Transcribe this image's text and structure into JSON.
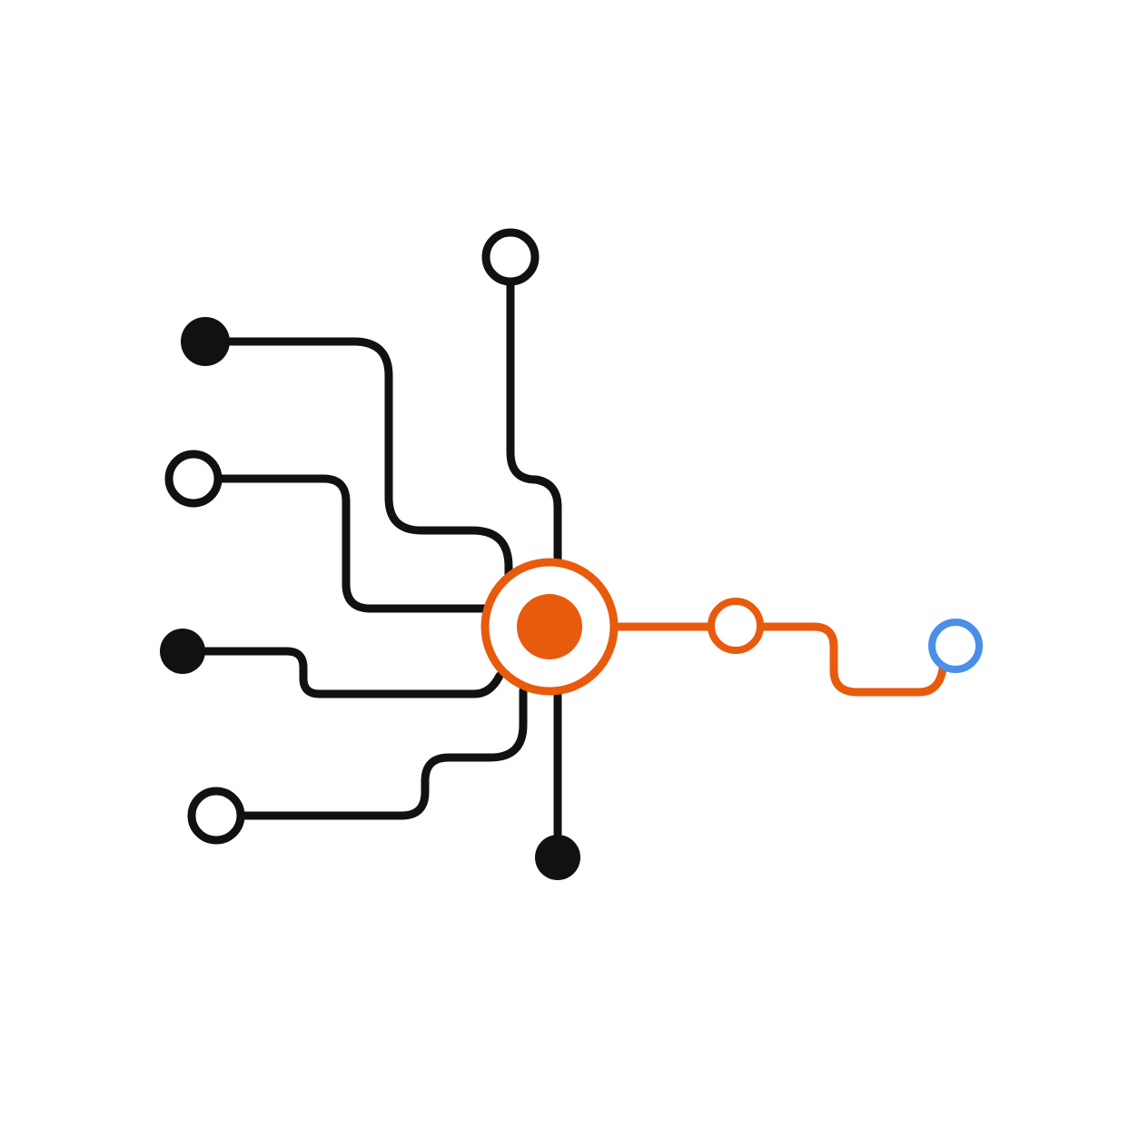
{
  "colors": {
    "background": "#ffffff",
    "line": "#111111",
    "accent": "#e85a0c",
    "highlight": "#4a8fe7",
    "node_fill_open": "#ffffff"
  },
  "diagram": {
    "hub": {
      "icon": "target-icon",
      "outer_ring_color": "accent",
      "inner_dot_color": "accent"
    },
    "input_terminals": [
      {
        "id": "top",
        "style": "open"
      },
      {
        "id": "left-1",
        "style": "filled"
      },
      {
        "id": "left-2",
        "style": "open"
      },
      {
        "id": "left-3",
        "style": "filled"
      },
      {
        "id": "left-4",
        "style": "open"
      },
      {
        "id": "bottom",
        "style": "filled"
      }
    ],
    "output_chain": [
      {
        "id": "relay",
        "style": "open",
        "color": "accent"
      },
      {
        "id": "endpoint",
        "style": "open",
        "color": "highlight"
      }
    ]
  }
}
